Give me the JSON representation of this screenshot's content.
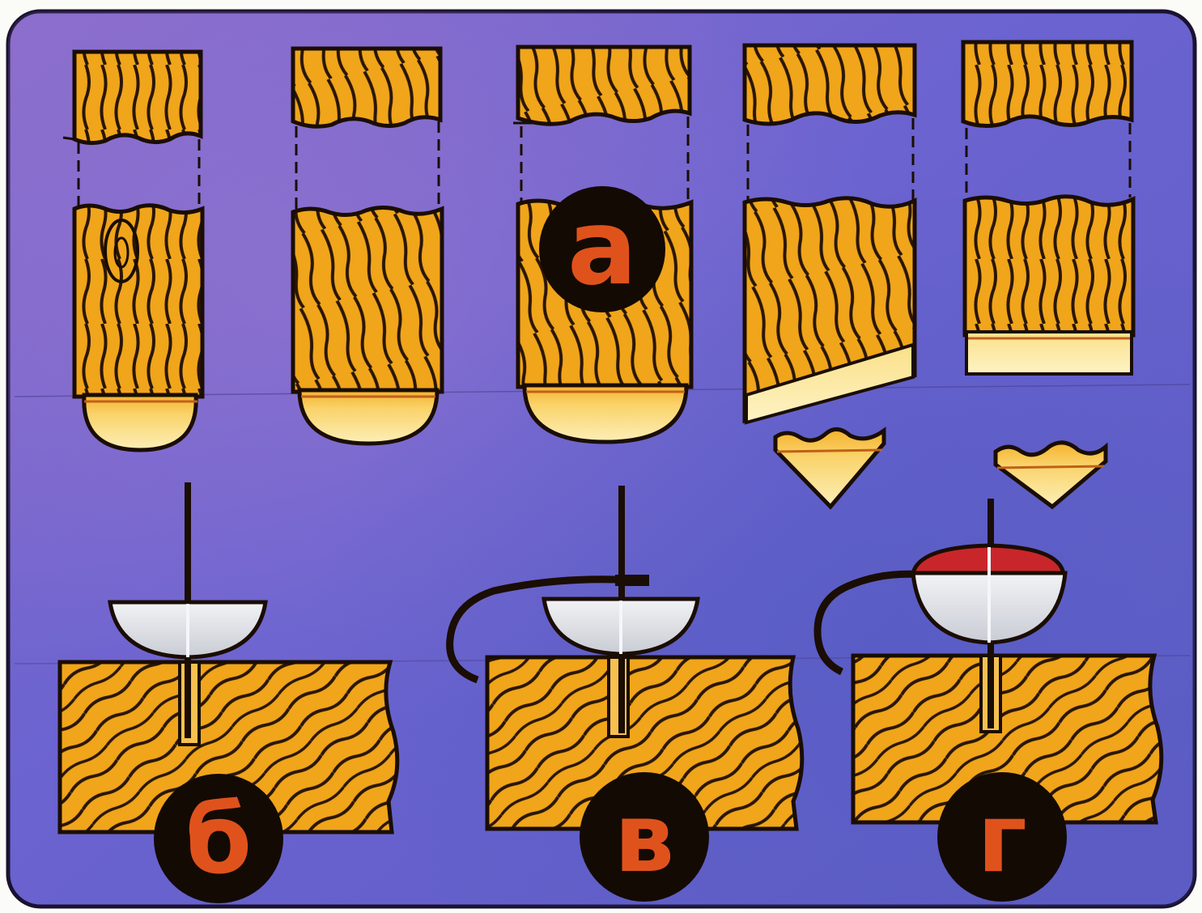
{
  "labels": {
    "a": "a",
    "b": "б",
    "v": "в",
    "g": "г"
  },
  "colors": {
    "background": "#6b63c8",
    "wood": "#f0a51a",
    "wood_dark": "#d9820e",
    "grain": "#2a1605",
    "cap_light": "#fbeaa0",
    "cap_orange": "#f5b52c",
    "cutter_steel": "#dcdfe6",
    "cutter_red": "#c8262a",
    "badge_fill": "#140a04",
    "badge_text": "#e0521c"
  }
}
